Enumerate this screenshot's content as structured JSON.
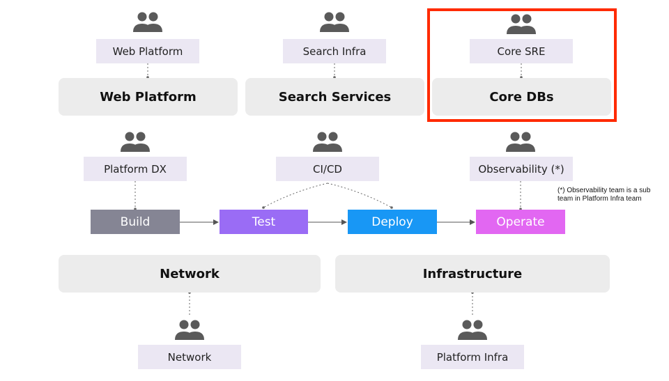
{
  "icons": {
    "team": "people-group-icon"
  },
  "colors": {
    "team_label_bg": "#ebe7f3",
    "area_bg": "#ececec",
    "icon": "#5a5a5a",
    "highlight": "#ff2a00",
    "build": "#858594",
    "test": "#9a6cf5",
    "deploy": "#1897f5",
    "operate": "#e267f2"
  },
  "top_row": {
    "web": {
      "team": "Web Platform",
      "area": "Web Platform"
    },
    "search": {
      "team": "Search Infra",
      "area": "Search Services"
    },
    "core": {
      "team": "Core SRE",
      "area": "Core DBs",
      "highlighted": true
    }
  },
  "pipeline_teams": {
    "platform_dx": "Platform DX",
    "cicd": "CI/CD",
    "observability": "Observability (*)"
  },
  "pipeline": {
    "build": "Build",
    "test": "Test",
    "deploy": "Deploy",
    "operate": "Operate"
  },
  "note": {
    "line1": "(*) Observability team is a sub",
    "line2": "team in Platform Infra team"
  },
  "bottom_row": {
    "network": {
      "area": "Network",
      "team": "Network"
    },
    "infra": {
      "area": "Infrastructure",
      "team": "Platform Infra"
    }
  }
}
